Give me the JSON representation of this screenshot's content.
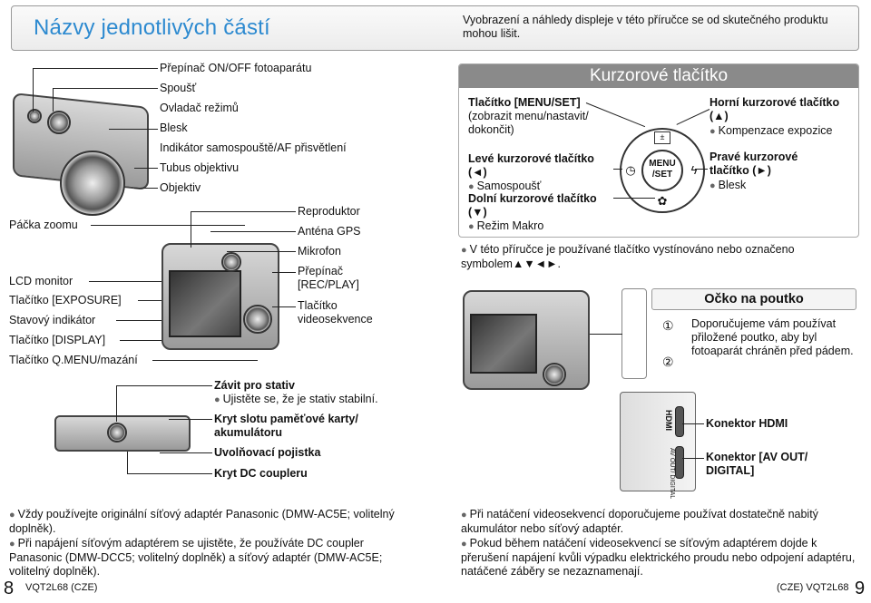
{
  "header": {
    "title": "Názvy jednotlivých částí",
    "note": "Vyobrazení a náhledy displeje v této příručce se od skutečného produktu mohou lišit."
  },
  "top_labels": [
    "Přepínač ON/OFF fotoaparátu",
    "Spoušť",
    "Ovladač režimů",
    "Blesk",
    "Indikátor samospouště/AF přisvětlení",
    "Tubus objektivu",
    "Objektiv"
  ],
  "left_labels": {
    "zoom": "Páčka zoomu",
    "lcd": "LCD monitor",
    "exposure": "Tlačítko [EXPOSURE]",
    "status": "Stavový indikátor",
    "display": "Tlačítko [DISPLAY]",
    "qmenu": "Tlačítko Q.MENU/mazání"
  },
  "right_labels": {
    "speaker": "Reproduktor",
    "gps": "Anténa GPS",
    "mic": "Mikrofon",
    "recplay": "Přepínač [REC/PLAY]",
    "video": "Tlačítko videosekvence"
  },
  "bottom_labels": {
    "tripod_title": "Závit pro stativ",
    "tripod_note": "Ujistěte se, že je stativ stabilní.",
    "card_cover": "Kryt slotu paměťové karty/ akumulátoru",
    "release": "Uvolňovací pojistka",
    "dc": "Kryt DC coupleru"
  },
  "cursor": {
    "title": "Kurzorové tlačítko",
    "menu_set_title": "Tlačítko [MENU/SET]",
    "menu_set_desc": "(zobrazit menu/nastavit/ dokončit)",
    "left_title": "Levé kurzorové tlačítko (◄)",
    "left_desc": "Samospoušť",
    "down_title": "Dolní kurzorové tlačítko (▼)",
    "down_desc": "Režim Makro",
    "up_title": "Horní kurzorové tlačítko (▲)",
    "up_desc": "Kompenzace expozice",
    "right_title": "Pravé kurzorové tlačítko (►)",
    "right_desc": "Blesk",
    "center_label": "MENU /SET",
    "note": "V této příručce je používané tlačítko vystínováno nebo označeno symbolem▲▼◄►."
  },
  "eyelet": {
    "title": "Očko na poutko",
    "n1": "①",
    "n2": "②",
    "desc": "Doporučujeme vám používat přiložené poutko, aby byl fotoaparát chráněn před pádem."
  },
  "connectors": {
    "hdmi": "Konektor HDMI",
    "av": "Konektor [AV OUT/ DIGITAL]",
    "hdmi_mark": "HDMI",
    "av_mark": "AV OUT/ DIGITAL"
  },
  "notes_left": [
    "Vždy používejte originální síťový adaptér Panasonic (DMW-AC5E; volitelný doplněk).",
    "Při napájení síťovým adaptérem se ujistěte, že používáte DC coupler Panasonic (DMW-DCC5; volitelný doplněk) a síťový adaptér (DMW-AC5E; volitelný doplněk)."
  ],
  "notes_right": [
    "Při natáčení videosekvencí doporučujeme používat dostatečně nabitý akumulátor nebo síťový adaptér.",
    "Pokud během natáčení videosekvencí se síťovým adaptérem dojde k přerušení napájení kvůli výpadku elektrického proudu nebo odpojení adaptéru, natáčené záběry se nezaznamenají."
  ],
  "footer": {
    "left_page": "8",
    "left_code": "VQT2L68 (CZE)",
    "right_code": "(CZE) VQT2L68",
    "right_page": "9"
  }
}
